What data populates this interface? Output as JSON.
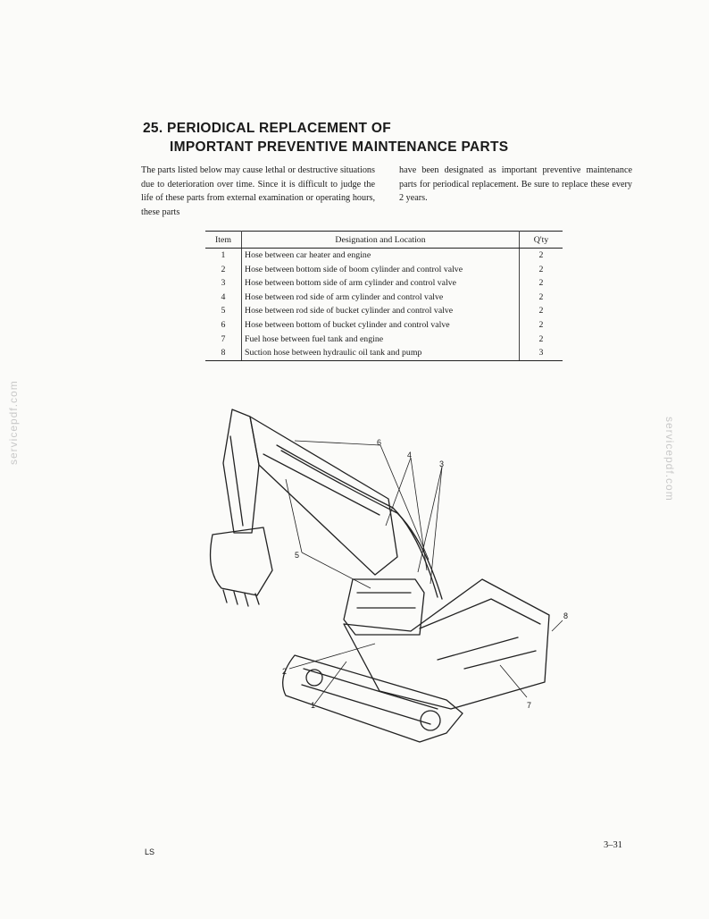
{
  "watermark": "servicepdf.com",
  "section": {
    "title_line1": "25. PERIODICAL REPLACEMENT OF",
    "title_line2": "IMPORTANT PREVENTIVE MAINTENANCE PARTS"
  },
  "intro": {
    "left": "The parts listed below may cause lethal or destructive situations due to deterioration over time. Since it is difficult to judge the life of these parts from external examination or operating hours, these parts",
    "right": "have been designated as important preventive maintenance parts for periodical replacement. Be sure to replace these every 2 years."
  },
  "table": {
    "headers": {
      "item": "Item",
      "designation": "Designation and Location",
      "qty": "Q'ty"
    },
    "rows": [
      {
        "item": "1",
        "designation": "Hose between car heater and engine",
        "qty": "2"
      },
      {
        "item": "2",
        "designation": "Hose between bottom side of boom cylinder and control valve",
        "qty": "2"
      },
      {
        "item": "3",
        "designation": "Hose between bottom side of arm cylinder and control valve",
        "qty": "2"
      },
      {
        "item": "4",
        "designation": "Hose between rod side of arm cylinder and control valve",
        "qty": "2"
      },
      {
        "item": "5",
        "designation": "Hose between rod side of bucket cylinder and control valve",
        "qty": "2"
      },
      {
        "item": "6",
        "designation": "Hose between bottom of bucket cylinder and control valve",
        "qty": "2"
      },
      {
        "item": "7",
        "designation": "Fuel hose between fuel tank and engine",
        "qty": "2"
      },
      {
        "item": "8",
        "designation": "Suction hose between hydraulic oil tank and pump",
        "qty": "3"
      }
    ]
  },
  "diagram": {
    "callouts": [
      "1",
      "2",
      "3",
      "4",
      "5",
      "6",
      "7",
      "8"
    ]
  },
  "footer": {
    "left": "LS",
    "right": "3–31"
  }
}
